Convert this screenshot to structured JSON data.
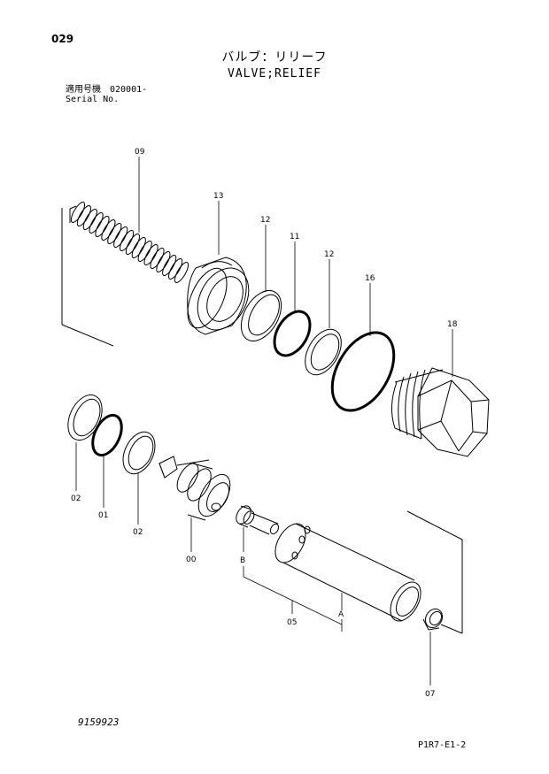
{
  "header": {
    "page_number": "029",
    "title_jp": "バルブ：リリーフ",
    "title_en": "VALVE;RELIEF",
    "serial_jp": "適用号機　020001-",
    "serial_en": "Serial No."
  },
  "callouts": {
    "c09": "09",
    "c13": "13",
    "c12a": "12",
    "c11": "11",
    "c12b": "12",
    "c16": "16",
    "c18": "18",
    "c02a": "02",
    "c01": "01",
    "c02b": "02",
    "c00": "00",
    "cB": "B",
    "cA": "A",
    "c05": "05",
    "c07": "07"
  },
  "footer": {
    "drawing_number": "9159923",
    "page_code": "P1R7-E1-2"
  }
}
